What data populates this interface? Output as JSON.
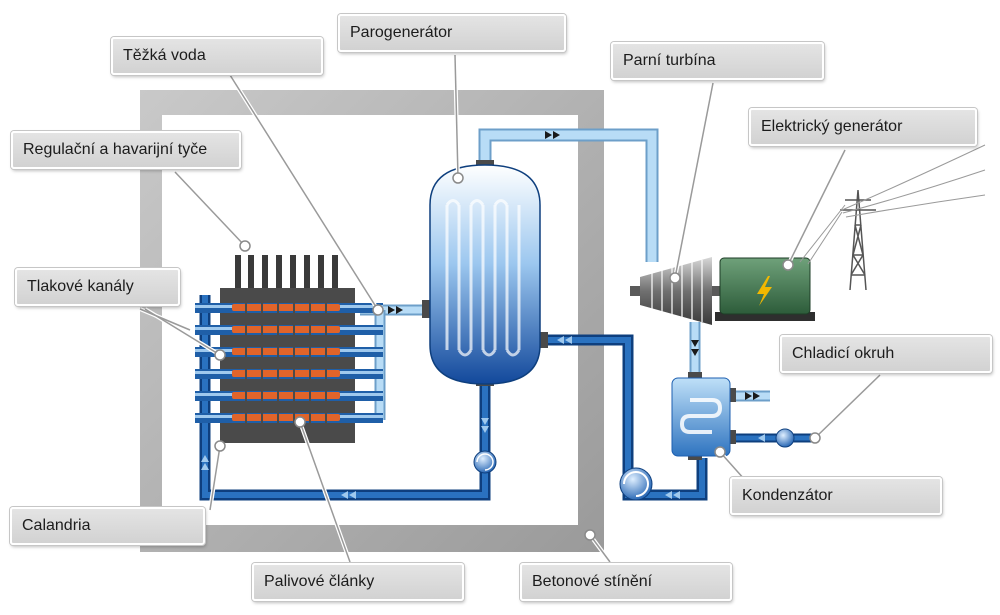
{
  "labels": {
    "heavy_water": "Těžká voda",
    "steam_generator": "Parogenerátor",
    "steam_turbine": "Parní turbína",
    "electric_generator": "Elektrický generátor",
    "control_rods": "Regulační a havarijní tyče",
    "pressure_tubes": "Tlakové kanály",
    "cooling_circuit": "Chladicí okruh",
    "calandria": "Calandria",
    "condenser": "Kondenzátor",
    "fuel_bundles": "Palivové články",
    "concrete_shielding": "Betonové stínění"
  },
  "colors": {
    "pipe_light": "#a9d3f2",
    "pipe_dark": "#1c5ea8",
    "fuel": "#e0642a",
    "shield": "#a8a8a8",
    "generator": "#3f7a52",
    "lightning": "#f2b800"
  },
  "icons": [
    "flow-arrow-icon",
    "pump-icon",
    "lightning-bolt-icon",
    "pylon-icon"
  ]
}
